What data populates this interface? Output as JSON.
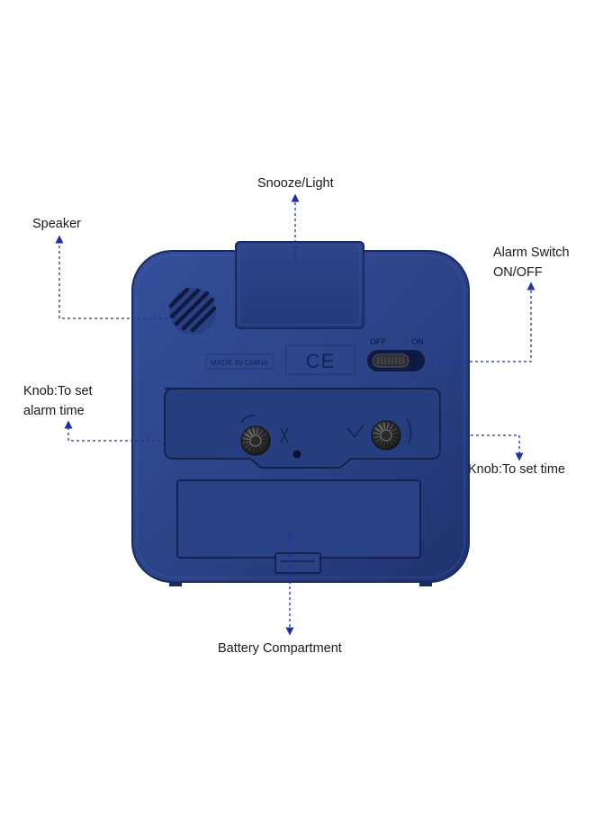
{
  "labels": {
    "snooze_light": "Snooze/Light",
    "speaker": "Speaker",
    "alarm_switch_line1": "Alarm Switch",
    "alarm_switch_line2": "ON/OFF",
    "knob_alarm_line1": "Knob:To set",
    "knob_alarm_line2": "alarm time",
    "knob_time": "Knob:To set time",
    "battery": "Battery Compartment"
  },
  "device": {
    "made_in": "MADE IN CHINA",
    "ce_mark": "CE",
    "switch_off": "OFF",
    "switch_on": "ON"
  },
  "colors": {
    "body": "#2c4386",
    "body_dark": "#1c2d63",
    "arrow": "#1f2fa8",
    "text": "#1a1a1a"
  }
}
